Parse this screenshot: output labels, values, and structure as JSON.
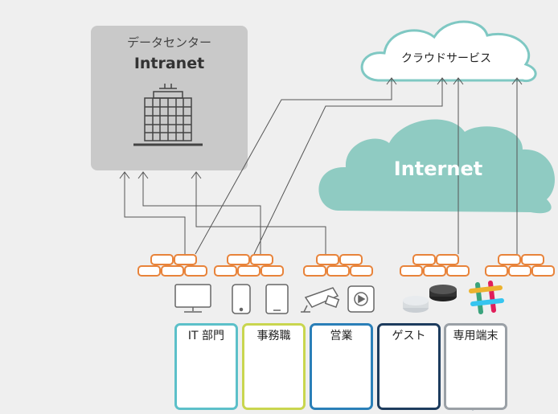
{
  "datacenter": {
    "title": "データセンター",
    "subtitle": "Intranet"
  },
  "cloud_service": {
    "label": "クラウドサービス"
  },
  "internet": {
    "label": "Internet"
  },
  "categories": [
    {
      "label": "IT 部門",
      "color": "#5cc0c9"
    },
    {
      "label": "事務職",
      "color": "#c9d64f"
    },
    {
      "label": "営業",
      "color": "#2a7fb8"
    },
    {
      "label": "ゲスト",
      "color": "#1d3c5e"
    },
    {
      "label": "専用端末",
      "color": "#9aa0a6"
    }
  ],
  "colors": {
    "firewall": "#e8833a",
    "cloud_outline": "#7fc8c3",
    "internet_cloud": "#8fcbc2",
    "datacenter": "#c9c9c9",
    "line": "#555555"
  },
  "icons": [
    "building-icon",
    "monitor-icon",
    "phone-icon",
    "tablet-icon",
    "camera-icon",
    "media-player-icon",
    "smart-speaker-icon",
    "slack-icon"
  ]
}
